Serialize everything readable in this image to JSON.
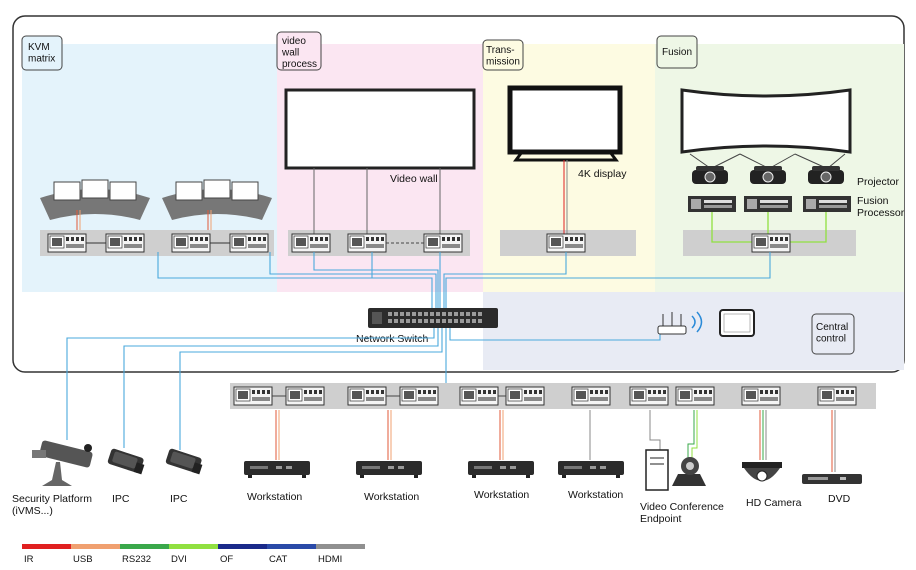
{
  "zones": {
    "kvm": "KVM\nmatrix",
    "videowall": "video\nwall\nprocess",
    "transmission": "Trans-\nmission",
    "fusion": "Fusion",
    "central": "Central\ncontrol"
  },
  "labels": {
    "video_wall": "Video wall",
    "display_4k": "4K display",
    "projector": "Projector",
    "fusion_processor": "Fusion\nProcessor",
    "network_switch": "Network Switch"
  },
  "devices": {
    "security_platform": "Security Platform\n(iVMS...)",
    "ipc_1": "IPC",
    "ipc_2": "IPC",
    "workstation_1": "Workstation",
    "workstation_2": "Workstation",
    "workstation_3": "Workstation",
    "workstation_4": "Workstation",
    "video_conference": "Video Conference\nEndpoint",
    "hd_camera": "HD Camera",
    "dvd": "DVD"
  },
  "legend": [
    {
      "label": "IR",
      "color": "#e02020"
    },
    {
      "label": "USB",
      "color": "#f0a070"
    },
    {
      "label": "RS232",
      "color": "#3aa84a"
    },
    {
      "label": "DVI",
      "color": "#90e040"
    },
    {
      "label": "OF",
      "color": "#1a2a8a"
    },
    {
      "label": "CAT",
      "color": "#2a4aa8"
    },
    {
      "label": "HDMI",
      "color": "#909090"
    }
  ],
  "colors": {
    "kvm_zone": "#e4f3fb",
    "videowall_zone": "#fbe6f2",
    "transmission_zone": "#fdfbe2",
    "fusion_zone": "#eef7e6",
    "central_zone": "#e8ebf4",
    "cable_cat": "#4aa8dc",
    "rack_gray": "#cfcfcf"
  }
}
